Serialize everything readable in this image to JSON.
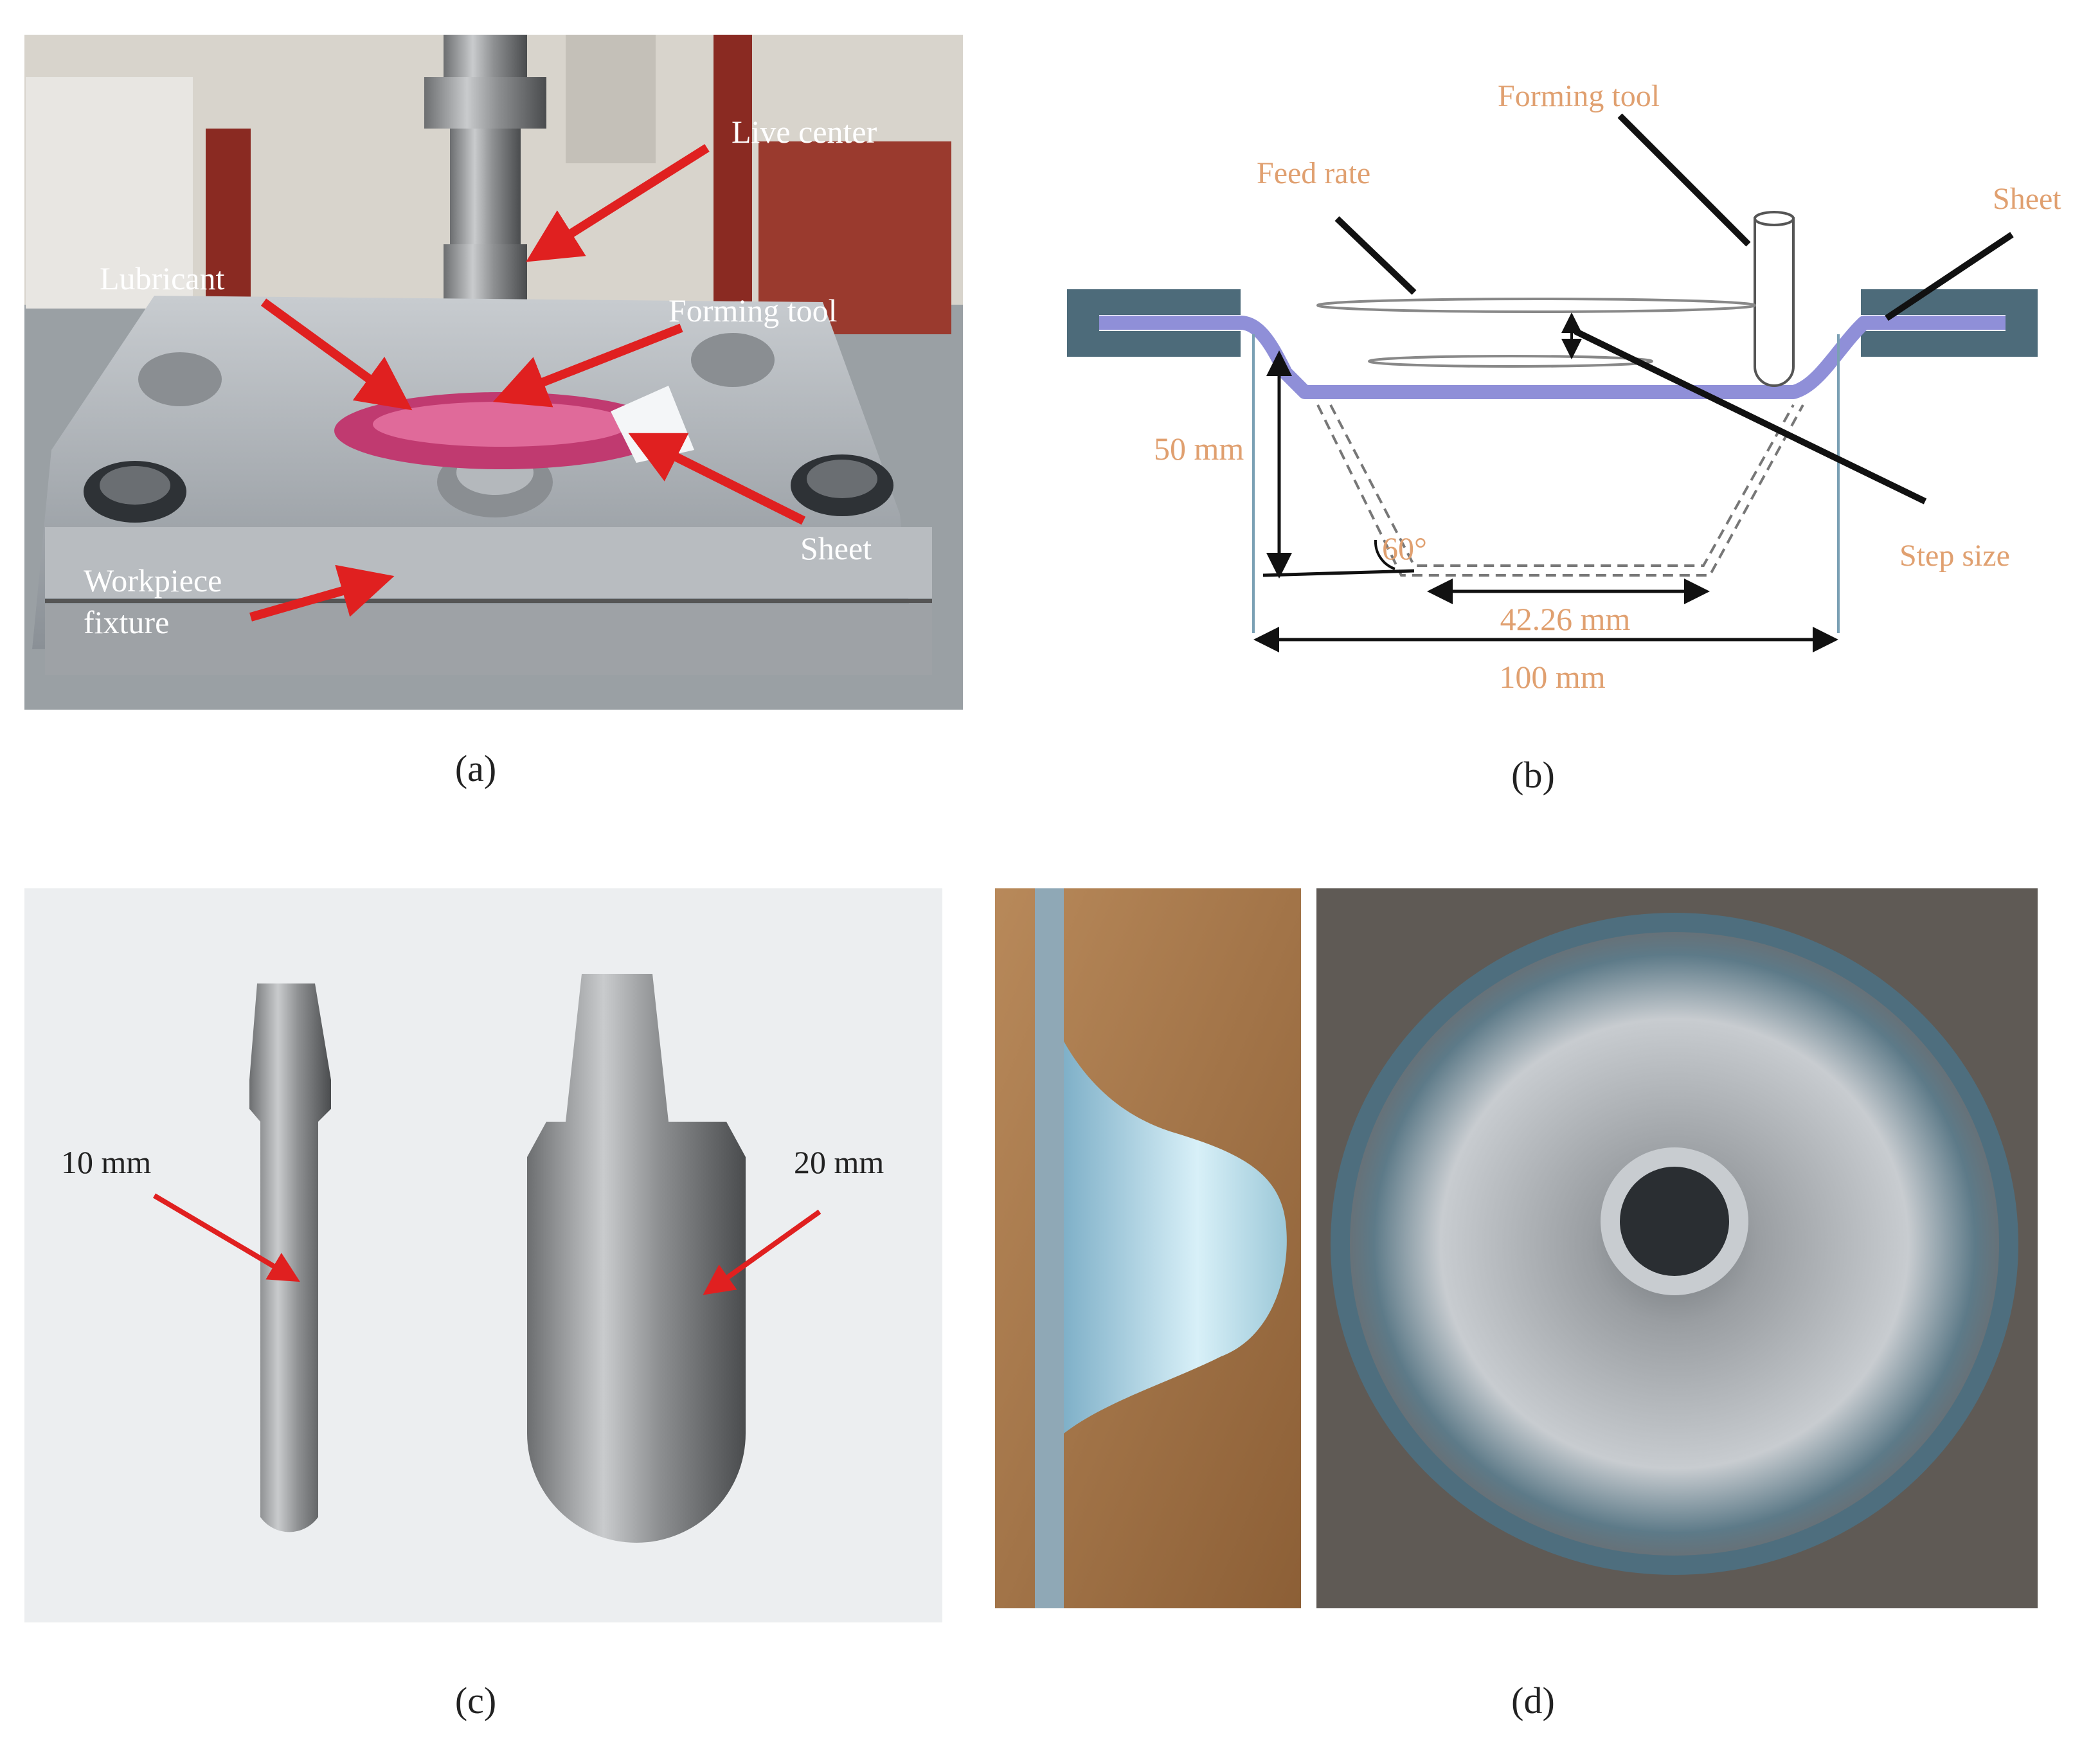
{
  "panel_a": {
    "caption": "(a)",
    "labels": {
      "live_center": "Live center",
      "lubricant": "Lubricant",
      "forming_tool": "Forming tool",
      "sheet": "Sheet",
      "workpiece_line1": "Workpiece",
      "workpiece_line2": "fixture"
    }
  },
  "panel_b": {
    "caption": "(b)",
    "labels": {
      "forming_tool": "Forming tool",
      "feed_rate": "Feed rate",
      "sheet": "Sheet",
      "step_size": "Step size",
      "depth": "50 mm",
      "angle": "60°",
      "bottom_width": "42.26 mm",
      "total_width": "100 mm"
    },
    "colors": {
      "sheet": "#8f8fd8",
      "clamp": "#4d6b7a",
      "label": "#e0a070"
    }
  },
  "panel_c": {
    "caption": "(c)",
    "labels": {
      "tool_small": "10 mm",
      "tool_large": "20 mm"
    }
  },
  "panel_d": {
    "caption": "(d)"
  },
  "colors": {
    "arrow_red": "#e02020",
    "leader_black": "#111111"
  }
}
